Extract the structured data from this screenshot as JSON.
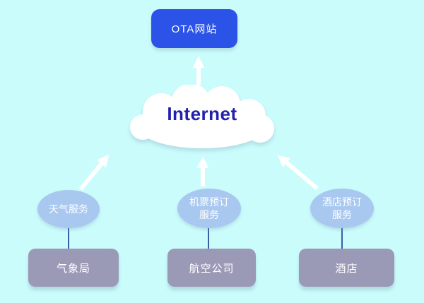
{
  "diagram": {
    "background_color": "#CBFCFC",
    "ota": {
      "label": "OTA网站",
      "fill": "#2C53E7",
      "text_color": "#FFFFFF"
    },
    "internet": {
      "label": "Internet",
      "text_color": "#2121AD",
      "cloud_fill": "#FFFFFF"
    },
    "services": [
      {
        "name": "weather-service",
        "line1": "天气服务",
        "line2": "",
        "fill": "#A9C8F0",
        "text_color": "#FFFFFF"
      },
      {
        "name": "flight-booking-service",
        "line1": "机票预订",
        "line2": "服务",
        "fill": "#A9C8F0",
        "text_color": "#FFFFFF"
      },
      {
        "name": "hotel-booking-service",
        "line1": "酒店预订",
        "line2": "服务",
        "fill": "#A9C8F0",
        "text_color": "#FFFFFF"
      }
    ],
    "providers": [
      {
        "name": "meteorological-bureau",
        "label": "气象局",
        "fill": "#9B9AB6",
        "text_color": "#FFFFFF"
      },
      {
        "name": "airline",
        "label": "航空公司",
        "fill": "#9B9AB6",
        "text_color": "#FFFFFF"
      },
      {
        "name": "hotel",
        "label": "酒店",
        "fill": "#9B9AB6",
        "text_color": "#FFFFFF"
      }
    ],
    "edges": [
      {
        "from": "internet",
        "to": "ota-website",
        "style": "white-arrow"
      },
      {
        "from": "weather-service",
        "to": "internet",
        "style": "white-arrow"
      },
      {
        "from": "flight-booking-service",
        "to": "internet",
        "style": "white-arrow"
      },
      {
        "from": "hotel-booking-service",
        "to": "internet",
        "style": "white-arrow"
      },
      {
        "from": "weather-service",
        "to": "meteorological-bureau",
        "style": "blue-line"
      },
      {
        "from": "flight-booking-service",
        "to": "airline",
        "style": "blue-line"
      },
      {
        "from": "hotel-booking-service",
        "to": "hotel",
        "style": "blue-line"
      }
    ],
    "colors": {
      "arrow": "#FFFFFF",
      "connector_line": "#3A5FA5"
    }
  }
}
